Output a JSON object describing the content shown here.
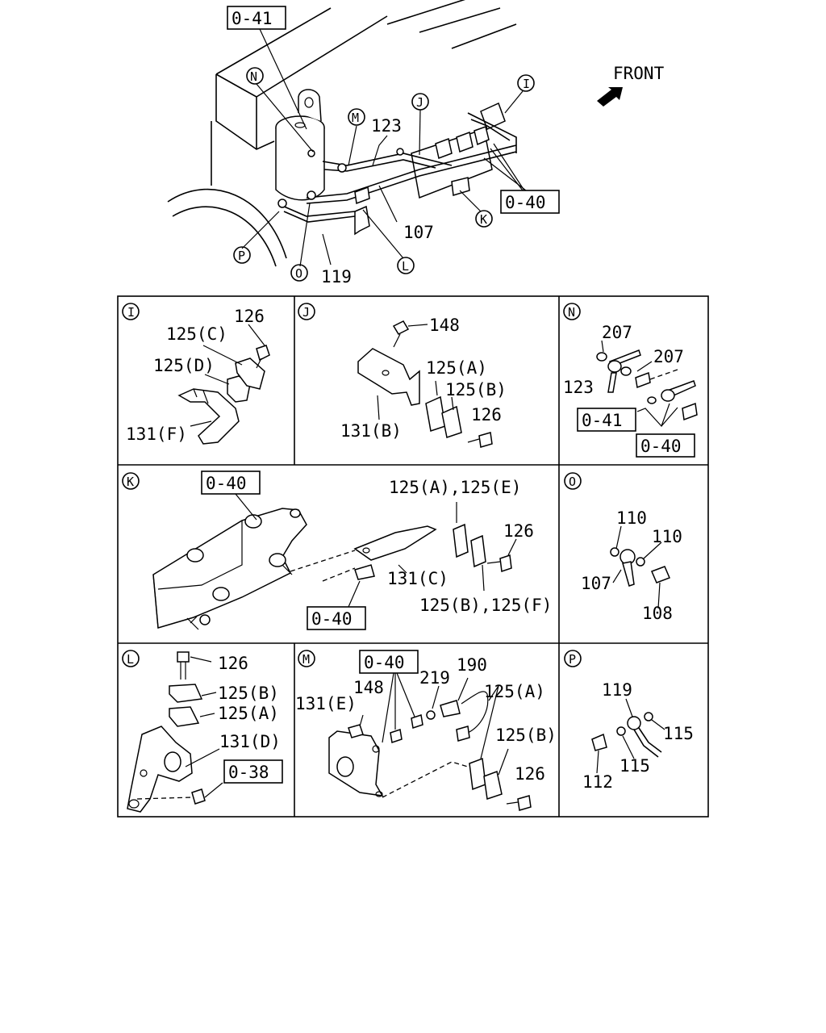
{
  "front_label": "FRONT",
  "overview": {
    "ref_041": "0-41",
    "ref_040": "0-40",
    "n123": "123",
    "n107": "107",
    "n119": "119",
    "circles": {
      "N": "N",
      "M": "M",
      "J": "J",
      "I": "I",
      "K": "K",
      "L": "L",
      "O": "O",
      "P": "P"
    }
  },
  "panels": {
    "I": {
      "letter": "I",
      "labels": {
        "p126": "126",
        "p125c": "125(C)",
        "p125d": "125(D)",
        "p131f": "131(F)"
      }
    },
    "J": {
      "letter": "J",
      "labels": {
        "p148": "148",
        "p125a": "125(A)",
        "p125b": "125(B)",
        "p126": "126",
        "p131b": "131(B)"
      }
    },
    "N": {
      "letter": "N",
      "labels": {
        "p207a": "207",
        "p207b": "207",
        "p123": "123",
        "ref041": "0-41",
        "ref040": "0-40"
      }
    },
    "K": {
      "letter": "K",
      "labels": {
        "ref040a": "0-40",
        "ref040b": "0-40",
        "p125ae": "125(A),125(E)",
        "p126": "126",
        "p131c": "131(C)",
        "p125bf": "125(B),125(F)"
      }
    },
    "O": {
      "letter": "O",
      "labels": {
        "p110a": "110",
        "p110b": "110",
        "p107": "107",
        "p108": "108"
      }
    },
    "L": {
      "letter": "L",
      "labels": {
        "p126": "126",
        "p125b": "125(B)",
        "p125a": "125(A)",
        "p131d": "131(D)",
        "ref038": "0-38"
      }
    },
    "M": {
      "letter": "M",
      "labels": {
        "ref040": "0-40",
        "p190": "190",
        "p148": "148",
        "p219": "219",
        "p125a": "125(A)",
        "p131e": "131(E)",
        "p125b": "125(B)",
        "p126": "126"
      }
    },
    "P": {
      "letter": "P",
      "labels": {
        "p119": "119",
        "p115a": "115",
        "p115b": "115",
        "p112": "112"
      }
    }
  }
}
